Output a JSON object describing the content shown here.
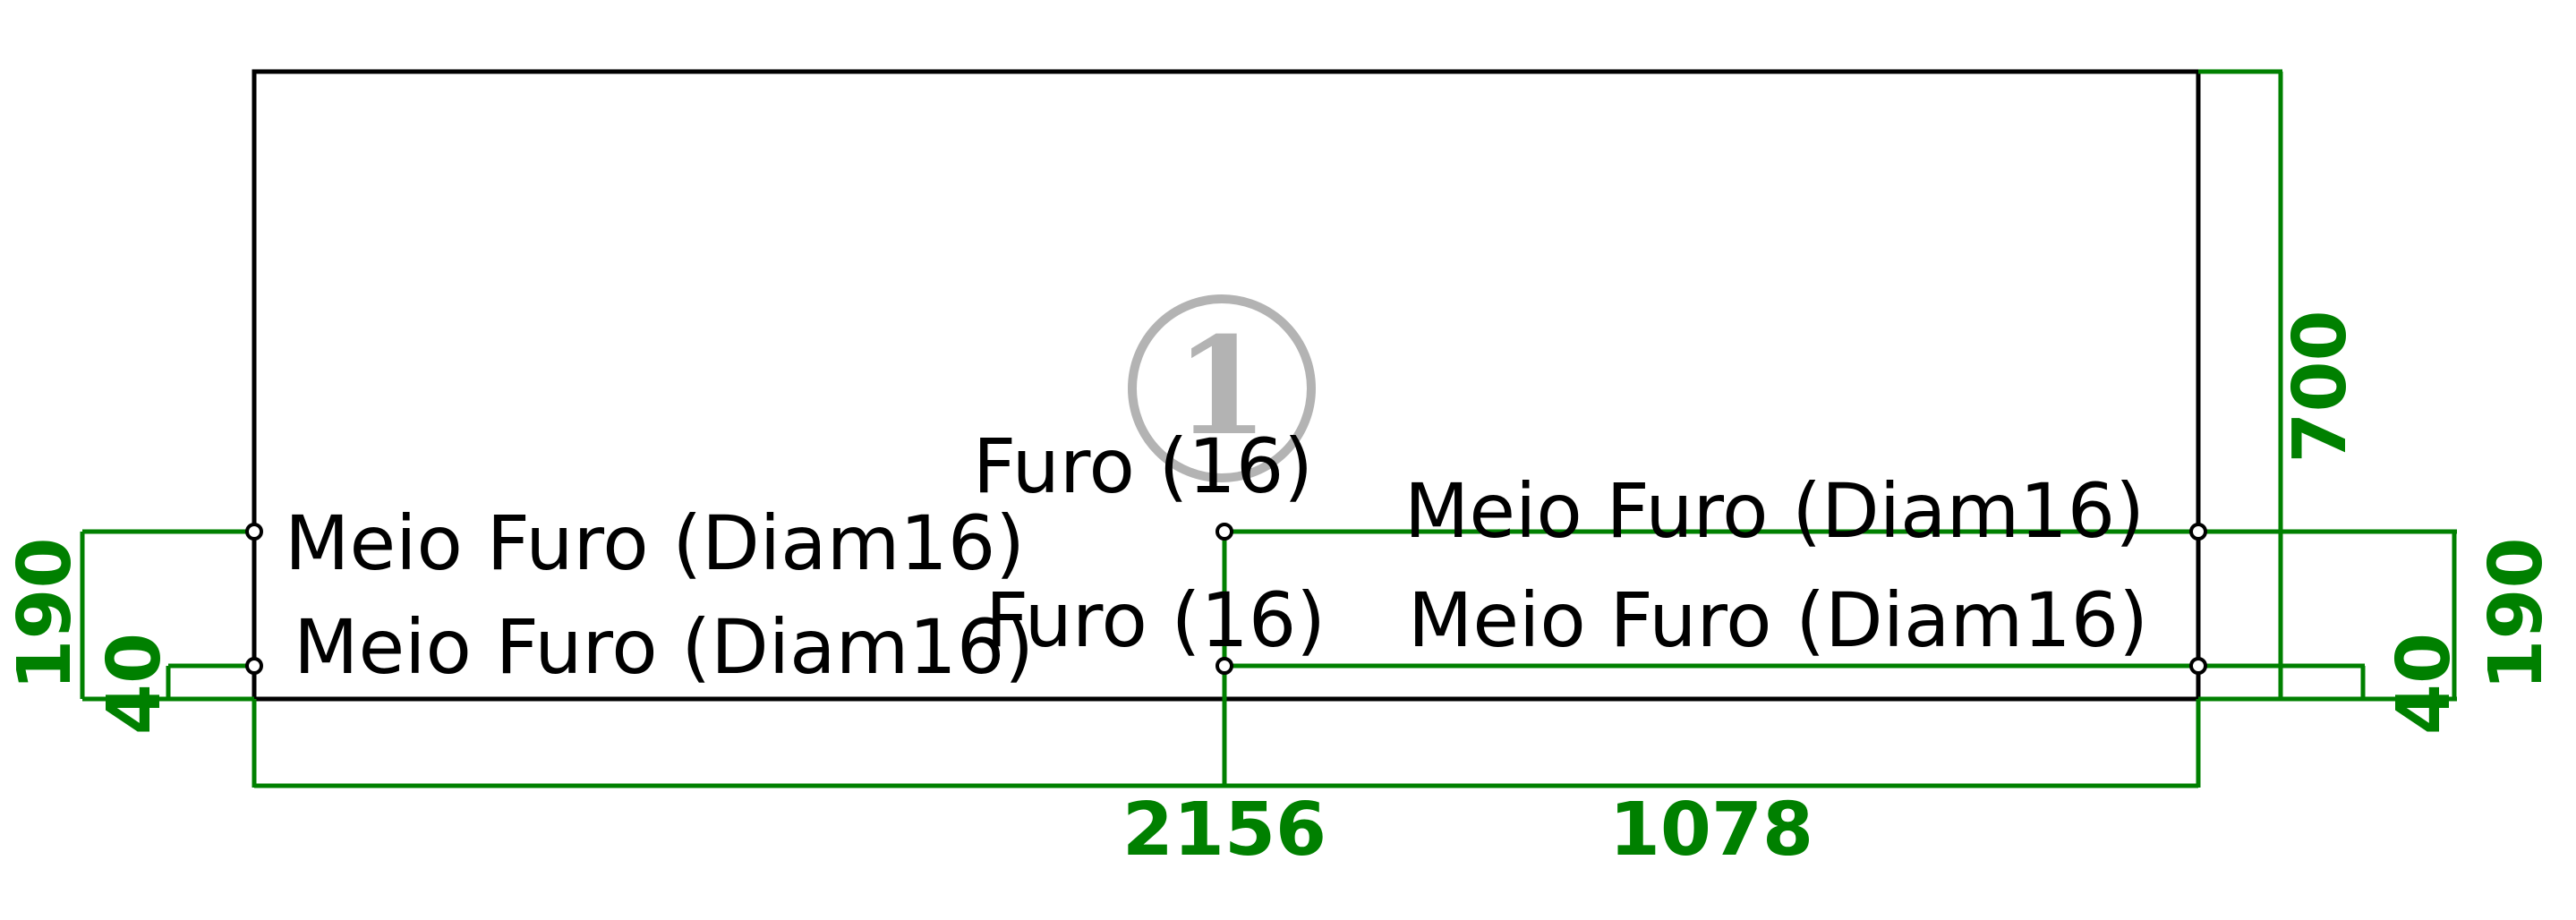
{
  "colors": {
    "panel": "#000000",
    "dimension": "#008000",
    "badge": "#b3b3b3"
  },
  "part": {
    "badge": "1"
  },
  "holes": [
    {
      "label": "Meio Furo (Diam16)"
    },
    {
      "label": "Meio Furo (Diam16)"
    },
    {
      "label": "Furo (16)"
    },
    {
      "label": "Furo (16)"
    },
    {
      "label": "Meio Furo (Diam16)"
    },
    {
      "label": "Meio Furo (Diam16)"
    }
  ],
  "dimensions": {
    "total_width": "2156",
    "half_width": "1078",
    "height": "700",
    "left_upper": "190",
    "left_lower": "40",
    "right_upper": "190",
    "right_lower": "40"
  }
}
